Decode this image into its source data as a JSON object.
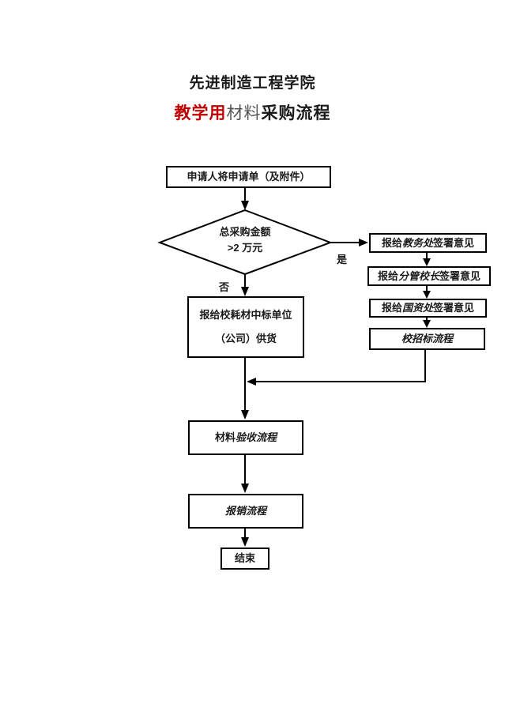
{
  "header": {
    "title": "先进制造工程学院",
    "subtitle": {
      "part_red": "教学用",
      "part_gray": "材料",
      "part_black": "采购流程"
    }
  },
  "flowchart": {
    "start_box": "申请人将申请单（及附件）",
    "decision": {
      "line1": "总采购金额",
      "line2": ">2 万元",
      "no_label": "否",
      "yes_label": "是"
    },
    "no_branch_box": {
      "line1": "报给校耗材中标单位",
      "line2": "（公司）供货"
    },
    "yes_branch": [
      {
        "prefix": "报给",
        "italic": "教务处",
        "suffix": "签署意见"
      },
      {
        "prefix": "报给",
        "italic": "分管校长",
        "suffix": "签署意见"
      },
      {
        "prefix": "报给",
        "italic": "国资处",
        "suffix": "签署意见"
      },
      {
        "prefix": "",
        "italic": "校招标流程",
        "suffix": ""
      }
    ],
    "acceptance_box": {
      "prefix": "材料",
      "italic": "验收流程"
    },
    "reimburse_box": {
      "italic": "报销流程"
    },
    "end_box": "结束"
  },
  "colors": {
    "line": "#000000",
    "red": "#c00000",
    "gray_text": "#555555",
    "black_text": "#1a1a1a"
  }
}
